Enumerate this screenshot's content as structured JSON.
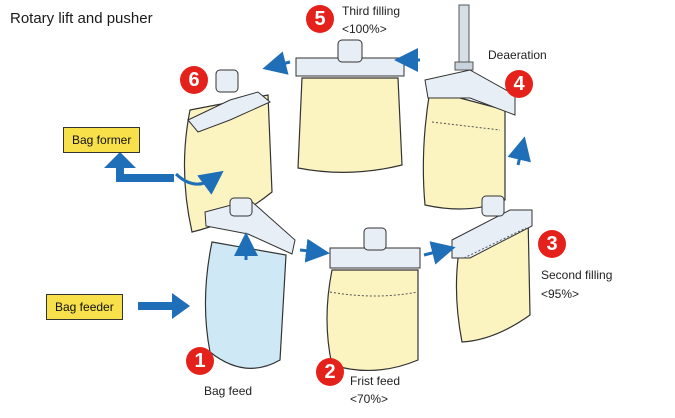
{
  "title": "Rotary lift and pusher",
  "inputs": {
    "bag_former": "Bag former",
    "bag_feeder": "Bag feeder"
  },
  "steps": [
    {
      "number": "1",
      "label": "Bag feed",
      "sublabel": ""
    },
    {
      "number": "2",
      "label": "Frist feed",
      "sublabel": "<70%>"
    },
    {
      "number": "3",
      "label": "Second filling",
      "sublabel": "<95%>"
    },
    {
      "number": "4",
      "label": "Deaeration",
      "sublabel": ""
    },
    {
      "number": "5",
      "label": "Third filling",
      "sublabel": "<100%>"
    },
    {
      "number": "6",
      "label": "",
      "sublabel": ""
    }
  ],
  "colors": {
    "step_badge": "#e4221b",
    "arrow": "#1f6fb8",
    "box_fill": "#f7e04a",
    "bag_empty": "#cfe8f6",
    "bag_filled": "#fbf3c0"
  }
}
